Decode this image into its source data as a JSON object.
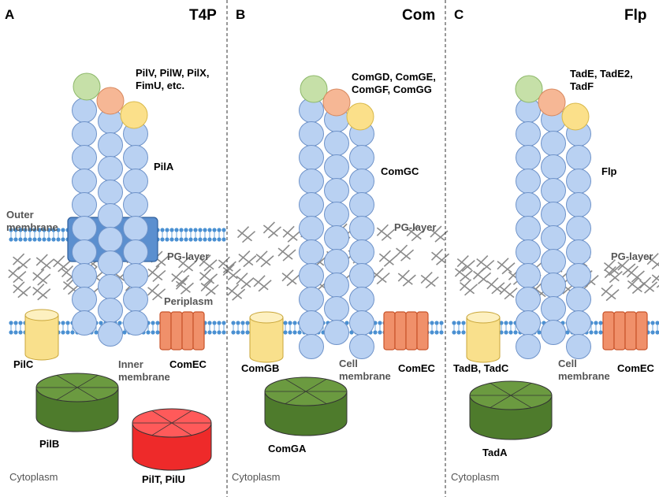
{
  "colors": {
    "pilin_fill": "#b9d1f2",
    "pilin_stroke": "#6f93c9",
    "minor_green": "#c6e0a8",
    "minor_orange": "#f6b795",
    "minor_yellow": "#fbe08a",
    "membrane_blue": "#4a90d2",
    "secretin": "#5b8fcf",
    "platform_yellow": "#f9e08c",
    "comec_orange": "#f0906a",
    "atpase_green": "#4e7b2c",
    "atpase_red": "#ee2a2a",
    "pg_grey": "#8a8a8a"
  },
  "panels": [
    {
      "letter": "A",
      "title": "T4P",
      "minor_pilins": [
        "PilV, PilW, PilX,",
        "FimU, etc."
      ],
      "major_pilin": "PilA",
      "outer_membrane": [
        "Outer",
        "membrane"
      ],
      "pg_layer": "PG-layer",
      "periplasm": "Periplasm",
      "platform": "PilC",
      "inner_membrane": [
        "Inner",
        "membrane"
      ],
      "channel": "ComEC",
      "atpase": "PilB",
      "retraction_atpase": "PilT, PilU",
      "compartment": "Cytoplasm"
    },
    {
      "letter": "B",
      "title": "Com",
      "minor_pilins": [
        "ComGD, ComGE,",
        "ComGF, ComGG"
      ],
      "major_pilin": "ComGC",
      "pg_layer": "PG-layer",
      "platform": "ComGB",
      "inner_membrane": [
        "Cell",
        "membrane"
      ],
      "channel": "ComEC",
      "atpase": "ComGA",
      "compartment": "Cytoplasm"
    },
    {
      "letter": "C",
      "title": "Flp",
      "minor_pilins": [
        "TadE, TadE2,",
        "TadF"
      ],
      "major_pilin": "Flp",
      "pg_layer": "PG-layer",
      "platform": "TadB, TadC",
      "inner_membrane": [
        "Cell",
        "membrane"
      ],
      "channel": "ComEC",
      "atpase": "TadA",
      "compartment": "Cytoplasm"
    }
  ]
}
